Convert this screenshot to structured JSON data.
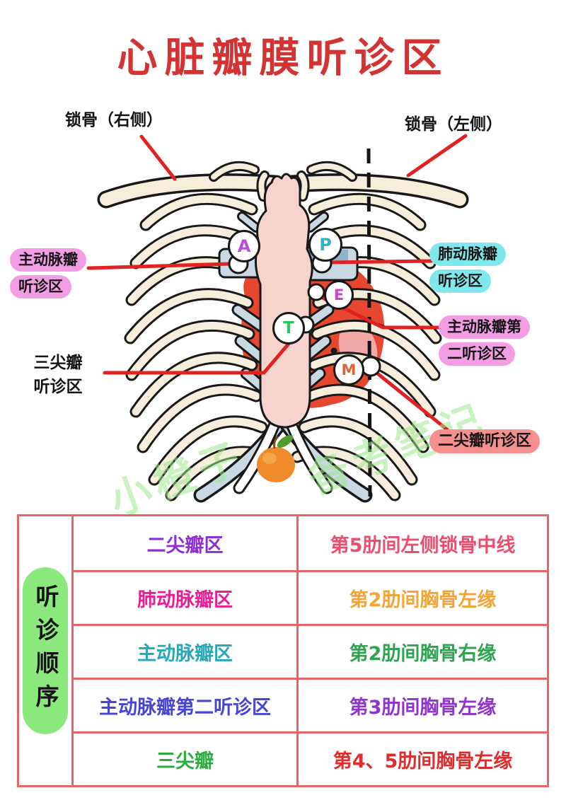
{
  "title": {
    "text": "心脏瓣膜听诊区",
    "color": "#d43333"
  },
  "diagram": {
    "clavicle_right_label": "锁骨（右侧）",
    "clavicle_left_label": "锁骨（左侧）",
    "aortic_label": {
      "line1": "主动脉瓣",
      "line2": "听诊区",
      "bg": "#f29de4"
    },
    "pulmonary_label": {
      "line1": "肺动脉瓣",
      "line2": "听诊区",
      "bg": "#7fe8ec"
    },
    "aortic_second_label": {
      "line1": "主动脉瓣第",
      "line2": "二听诊区",
      "bg": "#f29de4"
    },
    "tricuspid_label": {
      "line1": "三尖瓣",
      "line2": "听诊区"
    },
    "mitral_label": {
      "text": "二尖瓣听诊区",
      "bg": "#f5908e"
    },
    "points": [
      {
        "letter": "A",
        "color": "#b44fd8"
      },
      {
        "letter": "P",
        "color": "#2fb3c9"
      },
      {
        "letter": "E",
        "color": "#cf3fcf"
      },
      {
        "letter": "T",
        "color": "#2fc463"
      },
      {
        "letter": "M",
        "color": "#e0603a"
      }
    ],
    "orange_icon": "🍊",
    "watermark": {
      "part1": "小橙子",
      "part2": "备考笔记",
      "color": "#9ce98c"
    }
  },
  "table": {
    "border_color": "#e86464",
    "row_header": {
      "text": "听诊顺序",
      "bg": "#8be87c"
    },
    "rows": [
      {
        "area": "二尖瓣区",
        "area_color": "#8f2cd4",
        "location": "第5肋间左侧锁骨中线",
        "location_color": "#ea4f6d"
      },
      {
        "area": "肺动脉瓣区",
        "area_color": "#ea1f96",
        "location": "第2肋间胸骨左缘",
        "location_color": "#f2a439"
      },
      {
        "area": "主动脉瓣区",
        "area_color": "#26a8b8",
        "location": "第2肋间胸骨右缘",
        "location_color": "#2fa352"
      },
      {
        "area": "主动脉瓣第二听诊区",
        "area_color": "#4745d6",
        "location": "第3肋间胸骨左缘",
        "location_color": "#8f35cc"
      },
      {
        "area": "三尖瓣",
        "area_color": "#2aad3c",
        "location": "第4、5肋间胸骨左缘",
        "location_color": "#e02c2c"
      }
    ]
  }
}
